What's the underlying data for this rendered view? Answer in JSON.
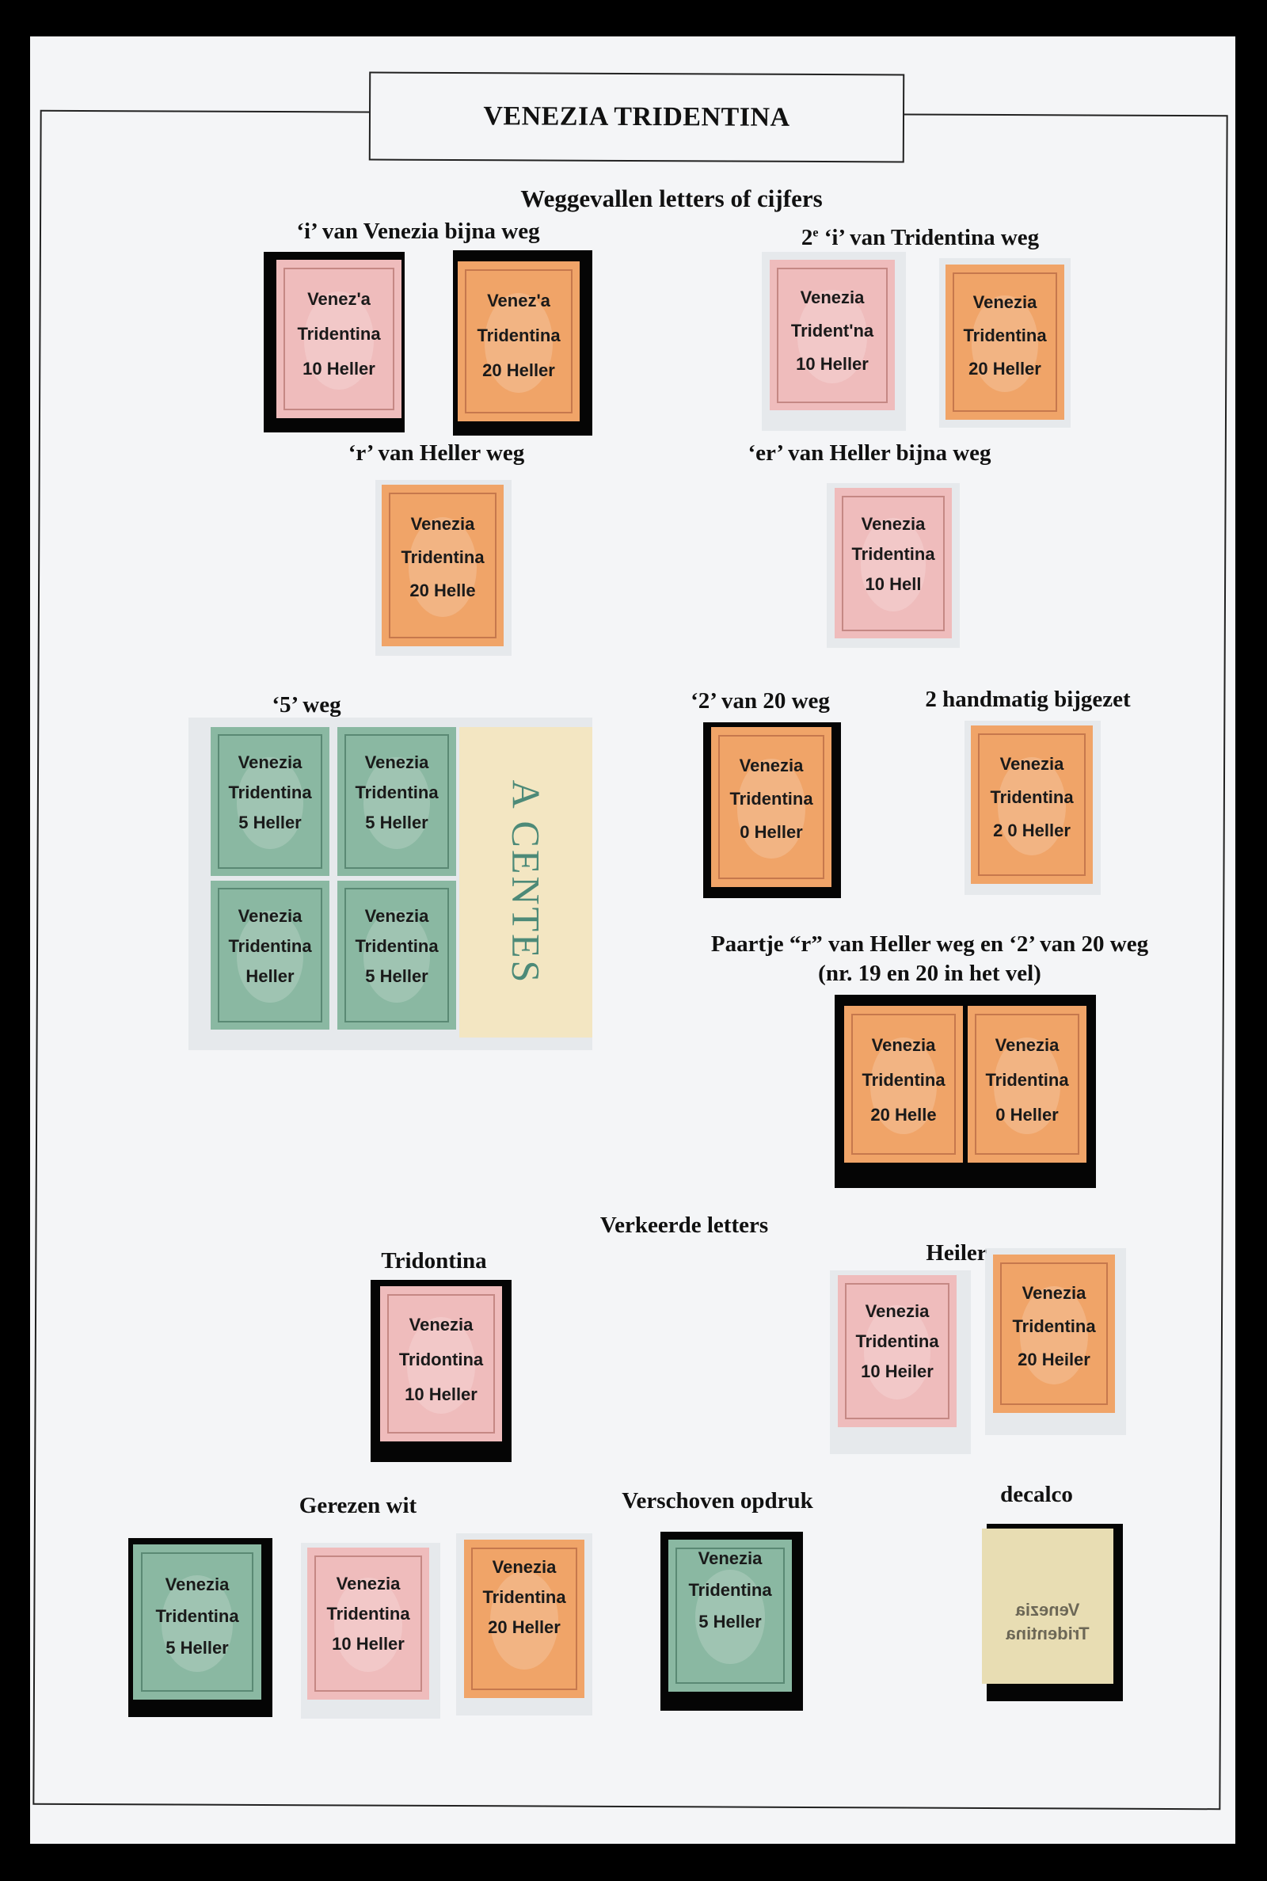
{
  "title": "VENEZIA TRIDENTINA",
  "captions": {
    "weggevallen": "Weggevallen letters of cijfers",
    "i_venezia": "‘i’ van Venezia bijna weg",
    "i2_pre": "2",
    "i2_sup": "e",
    "i2_post": " ‘i’ van Tridentina weg",
    "r_heller": "‘r’ van Heller weg",
    "er_heller": "‘er’ van Heller bijna weg",
    "five_weg": "‘5’ weg",
    "two_weg": "‘2’ van 20 weg",
    "handmatig": "2 handmatig bijgezet",
    "paartje": "Paartje “r” van Heller weg en ‘2’ van 20 weg",
    "paartje_nr": "(nr. 19 en 20 in het vel)",
    "verkeerde": "Verkeerde letters",
    "tridontina": "Tridontina",
    "heiler": "Heiler",
    "gerezen": "Gerezen wit",
    "verschoven": "Verschoven opdruk",
    "decalco": "decalco"
  },
  "stamps": {
    "s1": [
      "Venez'a",
      "Tridentina",
      "10 Heller"
    ],
    "s2": [
      "Venez'a",
      "Tridentina",
      "20 Heller"
    ],
    "s3": [
      "Venezia",
      "Trident'na",
      "10 Heller"
    ],
    "s4": [
      "Venezia",
      "Tridentina",
      "20 Heller"
    ],
    "s5": [
      "Venezia",
      "Tridentina",
      "20 Helle"
    ],
    "s6": [
      "Venezia",
      "Tridentina",
      "10 Hell"
    ],
    "b1": [
      "Venezia",
      "Tridentina",
      "5 Heller"
    ],
    "b2": [
      "Venezia",
      "Tridentina",
      "5 Heller"
    ],
    "b3": [
      "Venezia",
      "Tridentina",
      "Heller"
    ],
    "b4": [
      "Venezia",
      "Tridentina",
      "5 Heller"
    ],
    "selvage": "A CENTES",
    "s7": [
      "Venezia",
      "Tridentina",
      "0 Heller"
    ],
    "s8": [
      "Venezia",
      "Tridentina",
      "2 0 Heller"
    ],
    "p1": [
      "Venezia",
      "Tridentina",
      "20 Helle"
    ],
    "p2": [
      "Venezia",
      "Tridentina",
      "0 Heller"
    ],
    "s9": [
      "Venezia",
      "Tridontina",
      "10 Heller"
    ],
    "s10": [
      "Venezia",
      "Tridentina",
      "10 Heiler"
    ],
    "s11": [
      "Venezia",
      "Tridentina",
      "20 Heiler"
    ],
    "s12": [
      "Venezia",
      "Tridentina",
      "5 Heller"
    ],
    "s13": [
      "Venezia",
      "Tridentina",
      "10 Heller"
    ],
    "s14": [
      "Venezia",
      "Tridentina",
      "20 Heller"
    ],
    "s15": [
      "Venezia",
      "Tridentina",
      "5 Heller"
    ],
    "s16": [
      "Venezia",
      "Tridentina"
    ]
  }
}
